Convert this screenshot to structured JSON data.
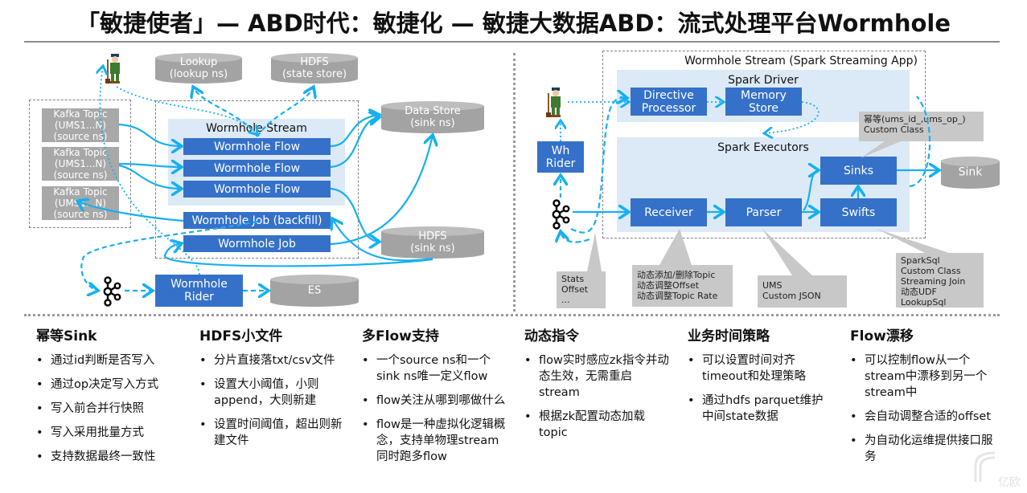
{
  "title": "「敏捷使者」— ABD时代：敏捷化 — 敏捷大数据ABD：流式处理平台Wormhole",
  "left_diagram": {
    "kafka_topics": [
      {
        "line1": "Kafka Topic",
        "line2": "(UMS1...N)",
        "line3": "(source ns)"
      },
      {
        "line1": "Kafka Topic",
        "line2": "(UMS1...N)",
        "line3": "(source ns)"
      },
      {
        "line1": "Kafka Topic",
        "line2": "(UMS1...N)",
        "line3": "(source ns)"
      }
    ],
    "lookup": {
      "line1": "Lookup",
      "line2": "(lookup ns)"
    },
    "hdfs_state": {
      "line1": "HDFS",
      "line2": "(state store)"
    },
    "data_store": {
      "line1": "Data Store",
      "line2": "(sink ns)"
    },
    "hdfs_sink": {
      "line1": "HDFS",
      "line2": "(sink ns)"
    },
    "es": "ES",
    "stream_label": "Wormhole Stream",
    "flows": [
      "Wormhole Flow",
      "Wormhole Flow",
      "Wormhole Flow"
    ],
    "job_backfill": "Wormhole Job (backfill)",
    "job": "Wormhole Job",
    "rider": {
      "line1": "Wormhole",
      "line2": "Rider"
    },
    "icons": [
      "worker-icon",
      "kafka-icon"
    ]
  },
  "right_diagram": {
    "app_label": "Wormhole Stream (Spark Streaming App)",
    "driver_label": "Spark Driver",
    "directive_processor": {
      "line1": "Directive",
      "line2": "Processor"
    },
    "memory_store": {
      "line1": "Memory",
      "line2": "Store"
    },
    "executors_label": "Spark Executors",
    "sinks": "Sinks",
    "receiver": "Receiver",
    "parser": "Parser",
    "swifts": "Swifts",
    "sink_db": "Sink",
    "wh_rider": {
      "line1": "Wh",
      "line2": "Rider"
    },
    "notes": {
      "sinks_note": [
        "幂等(ums_id_,ums_op_)",
        "Custom Class"
      ],
      "stats_note": [
        "Stats",
        "Offset",
        "..."
      ],
      "receiver_note": [
        "动态添加/删除Topic",
        "动态调整Offset",
        "动态调整Topic Rate"
      ],
      "parser_note": [
        "UMS",
        "Custom JSON"
      ],
      "swifts_note": [
        "SparkSql",
        "Custom Class",
        "Streaming Join",
        "动态UDF",
        "LookupSql"
      ]
    }
  },
  "features": [
    {
      "heading": "幂等Sink",
      "bullets": [
        "通过id判断是否写入",
        "通过op决定写入方式",
        "写入前合并行快照",
        "写入采用批量方式",
        "支持数据最终一致性"
      ]
    },
    {
      "heading": "HDFS小文件",
      "bullets": [
        "分片直接落txt/csv文件",
        "设置大小阈值，小则append，大则新建",
        "设置时间阈值，超出则新建文件"
      ]
    },
    {
      "heading": "多Flow支持",
      "bullets": [
        "一个source ns和一个sink ns唯一定义flow",
        "flow关注从哪到哪做什么",
        "flow是一种虚拟化逻辑概念，支持单物理stream同时跑多flow"
      ]
    },
    {
      "heading": "动态指令",
      "bullets": [
        "flow实时感应zk指令并动态生效，无需重启stream",
        "根据zk配置动态加载topic"
      ]
    },
    {
      "heading": "业务时间策略",
      "bullets": [
        "可以设置时间对齐timeout和处理策略",
        "通过hdfs parquet维护中间state数据"
      ]
    },
    {
      "heading": "Flow漂移",
      "bullets": [
        "可以控制flow从一个stream中漂移到另一个stream中",
        "会自动调整合适的offset",
        "为自动化运维提供接口服务"
      ]
    }
  ],
  "watermark": "亿欧",
  "colors": {
    "blue_box": "#3571c9",
    "arrow": "#16b0f0",
    "grey_box": "#a8a8a8",
    "panel": "#dce9f6"
  }
}
